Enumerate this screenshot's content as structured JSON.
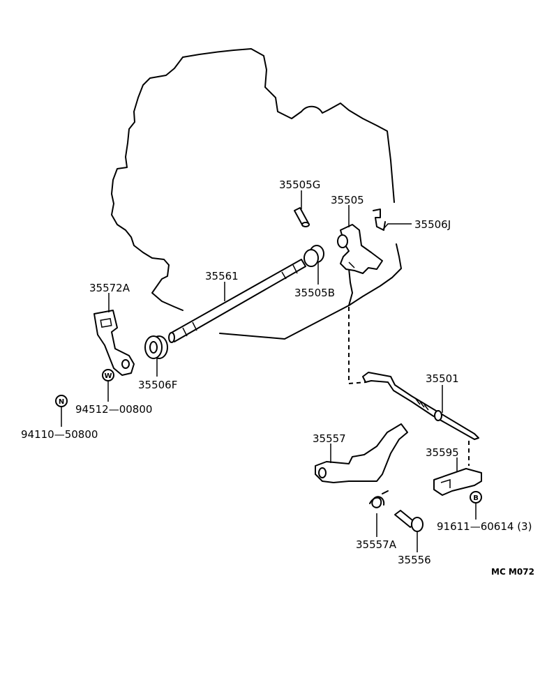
{
  "diagram": {
    "drawing_code": "MC M072",
    "parts": {
      "p35505G": "35505G",
      "p35505": "35505",
      "p35506J": "35506J",
      "p35561": "35561",
      "p35505B": "35505B",
      "p35572A": "35572A",
      "p35506F": "35506F",
      "p94512": "94512—00800",
      "p94110": "94110—50800",
      "p35501": "35501",
      "p35557": "35557",
      "p35595": "35595",
      "p91611": "91611—60614 (3)",
      "p35557A": "35557A",
      "p35556": "35556"
    },
    "badges": {
      "washer": "W",
      "nut": "N",
      "bolt": "B"
    }
  }
}
